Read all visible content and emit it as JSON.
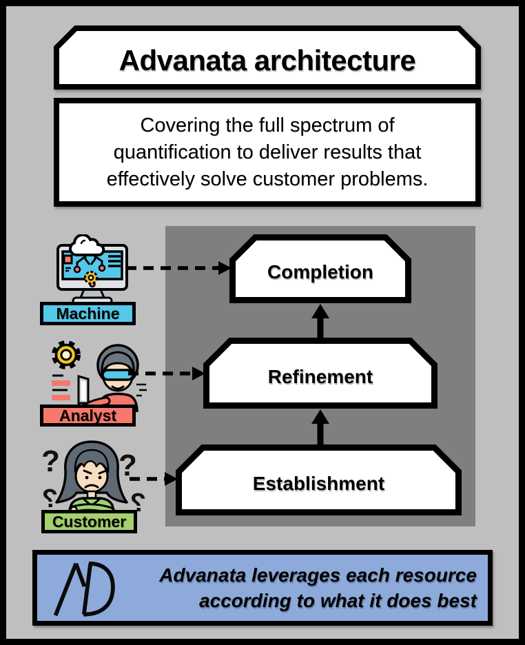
{
  "colors": {
    "page_bg": "#bfbfbf",
    "panel_bg": "#7f7f7f",
    "machine_accent": "#55c8e9",
    "analyst_accent": "#f4796c",
    "customer_accent": "#a4d16e",
    "banner_bg": "#8eaadb",
    "shape_fill": "#ffffff",
    "outline": "#000000"
  },
  "header": {
    "title": "Advanata architecture",
    "subtitle_lines": [
      "Covering the full spectrum of",
      "quantification to deliver results that",
      "effectively solve customer problems."
    ]
  },
  "pipeline": {
    "stages": [
      {
        "label": "Completion"
      },
      {
        "label": "Refinement"
      },
      {
        "label": "Establishment"
      }
    ]
  },
  "resources": [
    {
      "label": "Machine",
      "icon": "machine-monitor-cloud-icon"
    },
    {
      "label": "Analyst",
      "icon": "analyst-person-gear-icon"
    },
    {
      "label": "Customer",
      "icon": "customer-confused-icon"
    }
  ],
  "footer": {
    "logo_text": "AD",
    "tagline_lines": [
      "Advanata leverages each resource",
      "according to what it does best"
    ]
  }
}
